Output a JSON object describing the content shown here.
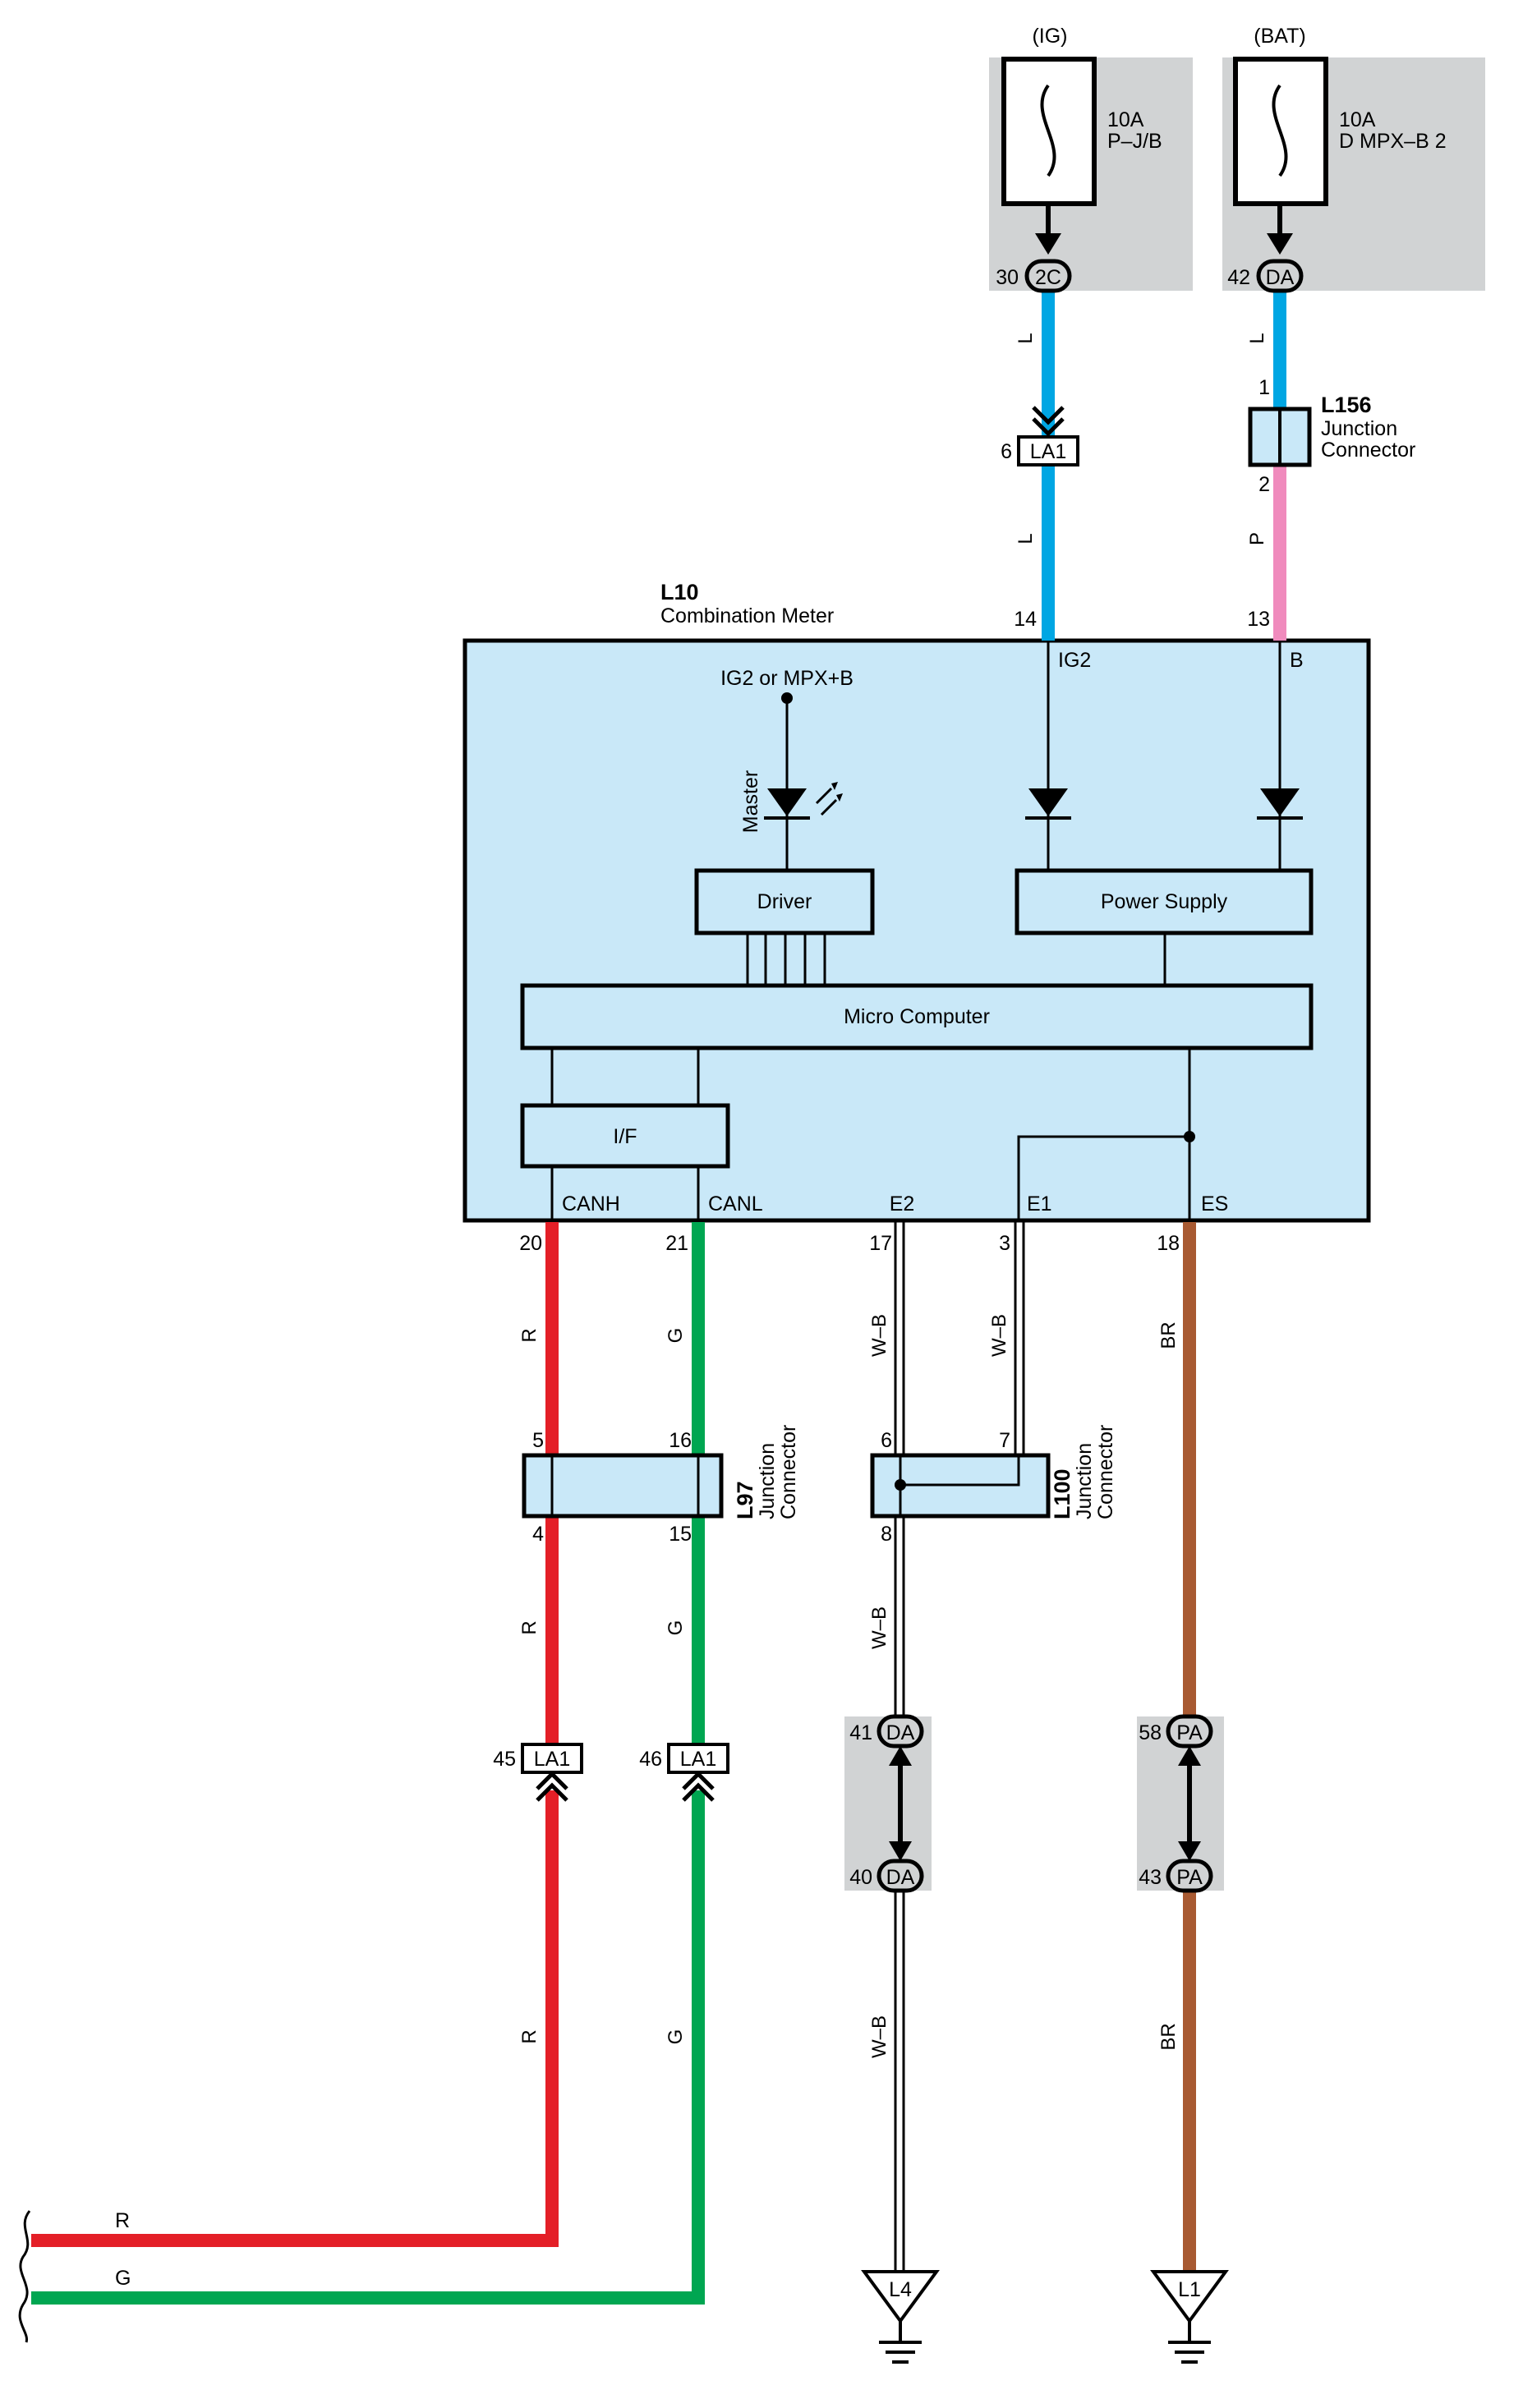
{
  "colors": {
    "blue_wire": "#00a6e3",
    "pink_wire": "#f08bbd",
    "red_wire": "#e41f27",
    "green_wire": "#00a651",
    "brown_wire": "#a85a32",
    "black_white_wire": "#000000",
    "component_fill": "#c9e8f8",
    "grey_box": "#d1d3d4"
  },
  "fuses": {
    "ig": {
      "group": "(IG)",
      "rating": "10A",
      "name": "P–J/B",
      "pin": "30",
      "connector": "2C"
    },
    "bat": {
      "group": "(BAT)",
      "rating": "10A",
      "name": "D MPX–B 2",
      "pin": "42",
      "connector": "DA"
    }
  },
  "wires": {
    "ig_upper": "L",
    "ig_lower": "L",
    "bat_upper": "L",
    "bat_lower": "P",
    "canh_upper": "R",
    "canh_mid": "R",
    "canh_lower": "R",
    "canh_bottom": "R",
    "canl_upper": "G",
    "canl_mid": "G",
    "canl_lower": "G",
    "canl_bottom": "G",
    "e2_upper": "W–B",
    "e2_mid": "W–B",
    "e2_lower": "W–B",
    "e1_upper": "W–B",
    "es_upper": "BR",
    "es_lower": "BR"
  },
  "connectors": {
    "la1_top": {
      "pin": "6",
      "name": "LA1"
    },
    "l156": {
      "id": "L156",
      "desc1": "Junction",
      "desc2": "Connector",
      "pin_top": "1",
      "pin_bottom": "2"
    },
    "l97": {
      "id": "L97",
      "desc1": "Junction",
      "desc2": "Connector",
      "pins": [
        "5",
        "16",
        "4",
        "15"
      ]
    },
    "l100": {
      "id": "L100",
      "desc1": "Junction",
      "desc2": "Connector",
      "pins": [
        "6",
        "7",
        "8"
      ]
    },
    "la1_canh": {
      "pin": "45",
      "name": "LA1"
    },
    "la1_canl": {
      "pin": "46",
      "name": "LA1"
    },
    "da_pair": {
      "pin_top": "41",
      "pin_bottom": "40",
      "name": "DA"
    },
    "pa_pair": {
      "pin_top": "58",
      "pin_bottom": "43",
      "name": "PA"
    }
  },
  "meter": {
    "id": "L10",
    "name": "Combination Meter",
    "pins": {
      "ig2": "14",
      "b": "13",
      "canh": "20",
      "canl": "21",
      "e2": "17",
      "e1": "3",
      "es": "18"
    },
    "terminals": {
      "ig2": "IG2",
      "b": "B",
      "canh": "CANH",
      "canl": "CANL",
      "e2": "E2",
      "e1": "E1",
      "es": "ES"
    },
    "supply_label": "IG2 or MPX+B",
    "led_label": "Master",
    "driver": "Driver",
    "power_supply": "Power Supply",
    "micro": "Micro Computer",
    "if": "I/F"
  },
  "grounds": {
    "left": "L4",
    "right": "L1"
  }
}
